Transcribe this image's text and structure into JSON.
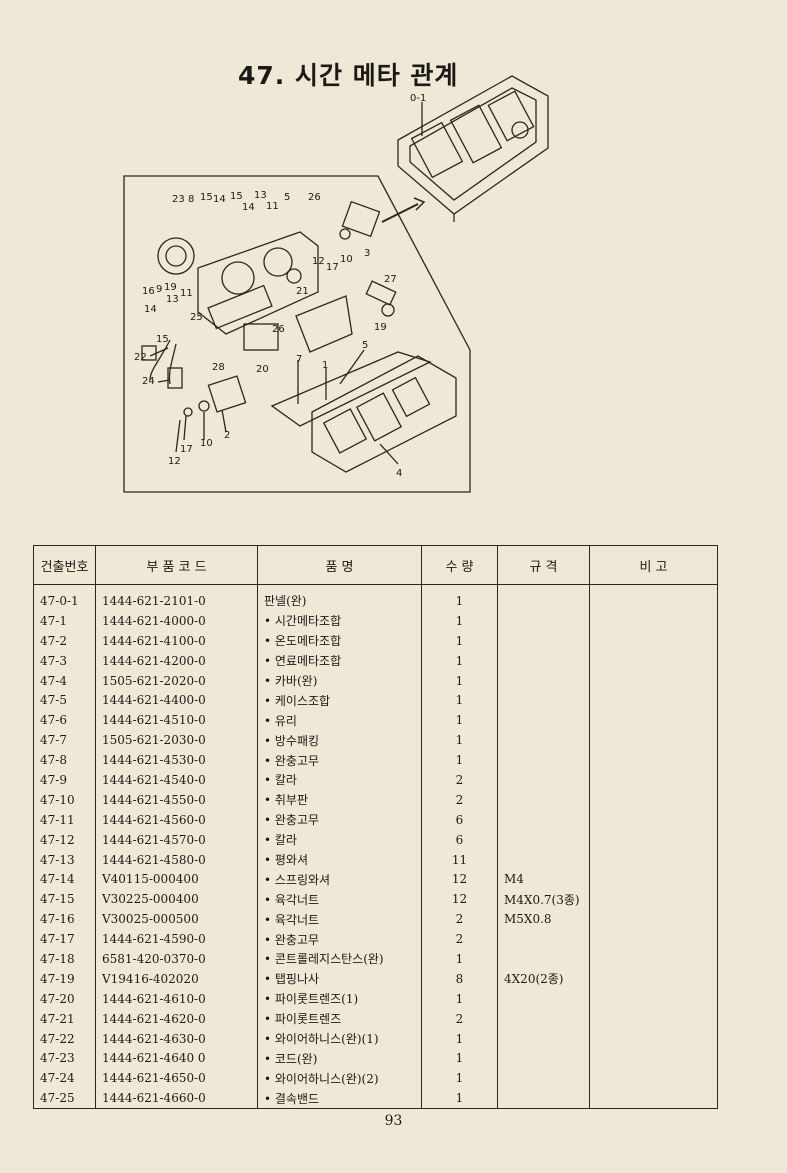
{
  "page": {
    "title": "47. 시간 메타 관계",
    "page_number": "93"
  },
  "diagram": {
    "callouts": {
      "c01": "0-1",
      "c23": "23",
      "c8": "8",
      "c15a": "15",
      "c14a": "14",
      "c15b": "15",
      "c14b": "14",
      "c13a": "13",
      "c11a": "11",
      "c5a": "5",
      "c26a": "26",
      "c19a": "19",
      "c16": "16",
      "c9": "9",
      "c11b": "11",
      "c13b": "13",
      "c14c": "14",
      "c25": "25",
      "c15c": "15",
      "c22": "22",
      "c28": "28",
      "c24": "24",
      "c20": "20",
      "c26b": "26",
      "c21": "21",
      "c27": "27",
      "c19b": "19",
      "c12a": "12",
      "c17a": "17",
      "c10a": "10",
      "c3": "3",
      "c7": "7",
      "c1": "1",
      "c5b": "5",
      "c2": "2",
      "c10b": "10",
      "c17b": "17",
      "c12b": "12",
      "c4": "4"
    }
  },
  "table": {
    "headers": [
      "건출번호",
      "부 품 코 드",
      "품 명",
      "수 량",
      "규 격",
      "비 고"
    ],
    "rows": [
      [
        "47-0-1",
        "1444-621-2101-0",
        "판넬(완)",
        "1",
        "",
        ""
      ],
      [
        "47-1",
        "1444-621-4000-0",
        "• 시간메타조합",
        "1",
        "",
        ""
      ],
      [
        "47-2",
        "1444-621-4100-0",
        "• 온도메타조합",
        "1",
        "",
        ""
      ],
      [
        "47-3",
        "1444-621-4200-0",
        "• 연료메타조합",
        "1",
        "",
        ""
      ],
      [
        "47-4",
        "1505-621-2020-0",
        "• 카바(완)",
        "1",
        "",
        ""
      ],
      [
        "47-5",
        "1444-621-4400-0",
        "• 케이스조합",
        "1",
        "",
        ""
      ],
      [
        "47-6",
        "1444-621-4510-0",
        "• 유리",
        "1",
        "",
        ""
      ],
      [
        "47-7",
        "1505-621-2030-0",
        "• 방수패킹",
        "1",
        "",
        ""
      ],
      [
        "47-8",
        "1444-621-4530-0",
        "• 완충고무",
        "1",
        "",
        ""
      ],
      [
        "47-9",
        "1444-621-4540-0",
        "• 칼라",
        "2",
        "",
        ""
      ],
      [
        "47-10",
        "1444-621-4550-0",
        "• 취부판",
        "2",
        "",
        ""
      ],
      [
        "47-11",
        "1444-621-4560-0",
        "• 완충고무",
        "6",
        "",
        ""
      ],
      [
        "47-12",
        "1444-621-4570-0",
        "• 칼라",
        "6",
        "",
        ""
      ],
      [
        "47-13",
        "1444-621-4580-0",
        "• 평와셔",
        "11",
        "",
        ""
      ],
      [
        "47-14",
        "V40115-000400",
        "• 스프링와셔",
        "12",
        "M4",
        ""
      ],
      [
        "47-15",
        "V30225-000400",
        "• 육각너트",
        "12",
        "M4X0.7(3종)",
        ""
      ],
      [
        "47-16",
        "V30025-000500",
        "• 육각너트",
        "2",
        "M5X0.8",
        ""
      ],
      [
        "47-17",
        "1444-621-4590-0",
        "• 완충고무",
        "2",
        "",
        ""
      ],
      [
        "47-18",
        "6581-420-0370-0",
        "• 콘트롤레지스탄스(완)",
        "1",
        "",
        ""
      ],
      [
        "47-19",
        "V19416-402020",
        "• 탭핑나사",
        "8",
        "4X20(2종)",
        ""
      ],
      [
        "47-20",
        "1444-621-4610-0",
        "• 파이롯트렌즈(1)",
        "1",
        "",
        ""
      ],
      [
        "47-21",
        "1444-621-4620-0",
        "• 파이롯트렌즈",
        "2",
        "",
        ""
      ],
      [
        "47-22",
        "1444-621-4630-0",
        "• 와이어하니스(완)(1)",
        "1",
        "",
        ""
      ],
      [
        "47-23",
        "1444-621-4640 0",
        "• 코드(완)",
        "1",
        "",
        ""
      ],
      [
        "47-24",
        "1444-621-4650-0",
        "• 와이어하니스(완)(2)",
        "1",
        "",
        ""
      ],
      [
        "47-25",
        "1444-621-4660-0",
        "• 결속밴드",
        "1",
        "",
        ""
      ]
    ]
  }
}
